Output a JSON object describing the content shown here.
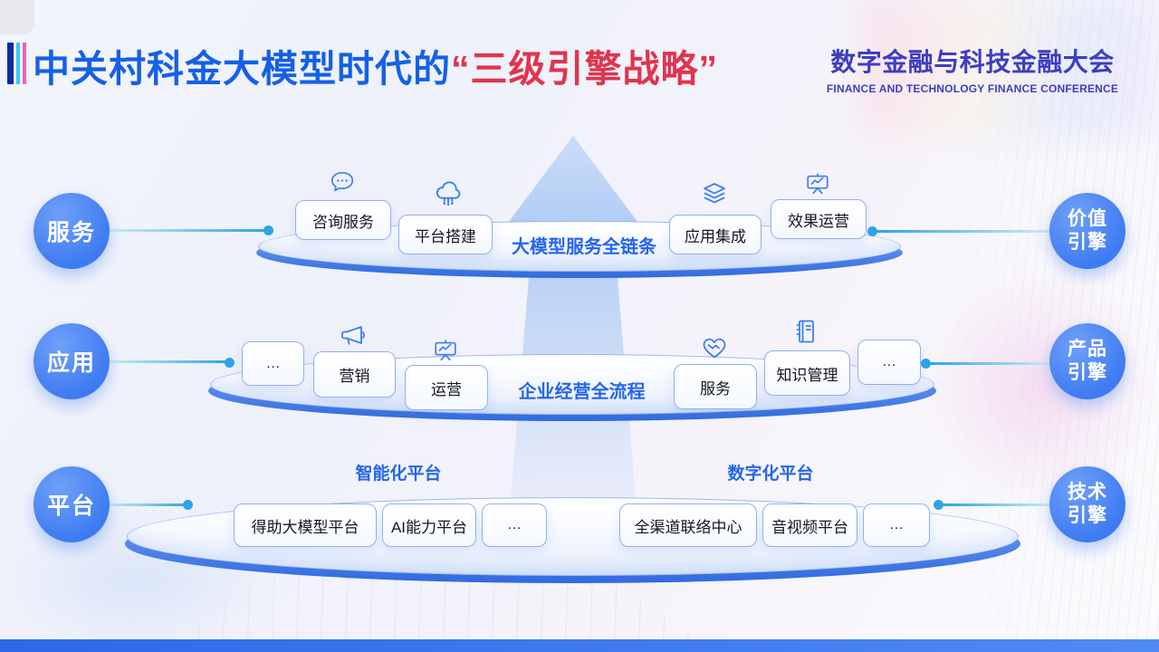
{
  "header": {
    "title_main": "中关村科金大模型时代的",
    "title_accent": "“三级引擎战略”",
    "conference_cn": "数字金融与科技金融大会",
    "conference_en": "FINANCE AND TECHNOLOGY FINANCE CONFERENCE"
  },
  "tiers": [
    {
      "left_label": "服务",
      "right_label": "价值\n引擎",
      "center_label": "大模型服务全链条",
      "items": [
        {
          "label": "咨询服务",
          "icon": "chat-dots-icon"
        },
        {
          "label": "平台搭建",
          "icon": "cloud-network-icon"
        },
        {
          "label": "应用集成",
          "icon": "layers-icon"
        },
        {
          "label": "效果运营",
          "icon": "presentation-chart-icon"
        }
      ]
    },
    {
      "left_label": "应用",
      "right_label": "产品\n引擎",
      "center_label": "企业经营全流程",
      "items": [
        {
          "label": "…"
        },
        {
          "label": "营销",
          "icon": "megaphone-icon"
        },
        {
          "label": "运营",
          "icon": "presentation-chart-icon"
        },
        {
          "label": "服务",
          "icon": "heart-handshake-icon"
        },
        {
          "label": "知识管理",
          "icon": "notebook-icon"
        },
        {
          "label": "…"
        }
      ]
    },
    {
      "left_label": "平台",
      "right_label": "技术\n引擎",
      "groups": [
        {
          "label": "智能化平台",
          "items": [
            {
              "label": "得助大模型平台"
            },
            {
              "label": "AI能力平台"
            },
            {
              "label": "…"
            }
          ]
        },
        {
          "label": "数字化平台",
          "items": [
            {
              "label": "全渠道联络中心"
            },
            {
              "label": "音视频平台"
            },
            {
              "label": "…"
            }
          ]
        }
      ]
    }
  ],
  "colors": {
    "title_blue": "#1460E8",
    "title_accent_red": "#E1344F",
    "conference_indigo": "#3D3DC2",
    "circle_blue": "#3E7BF2",
    "tier_label_blue": "#2566EA",
    "connector_blue": "#2DA4E6",
    "platform_rim_blue": "#2F6AE0",
    "box_border_blue": "#8FB0F2",
    "stripe_navy": "#0E2BA4",
    "stripe_cyan": "#35C9F2",
    "stripe_pink": "#EE60C2",
    "footer_blue": "#3671E9",
    "arrow_light_blue": "#AFCBF4"
  }
}
